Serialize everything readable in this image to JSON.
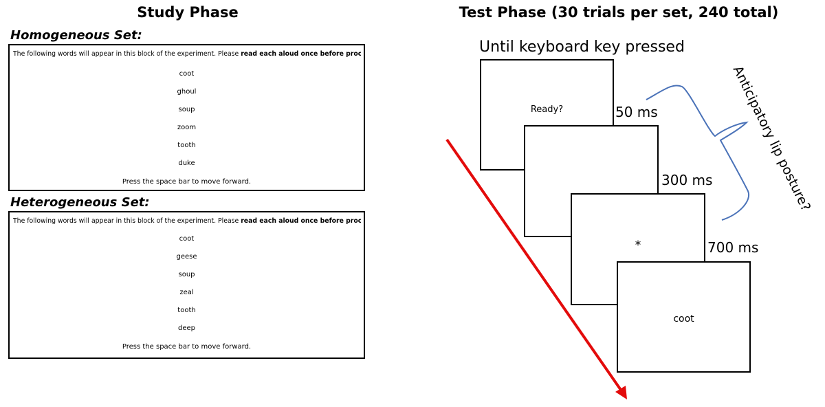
{
  "study_phase": {
    "title": "Study Phase",
    "homogeneous": {
      "label": "Homogeneous Set:",
      "intro_text": "The following words will appear in this block of the experiment. Please ",
      "intro_bold": "read each aloud once before proceeding.",
      "words": [
        "coot",
        "ghoul",
        "soup",
        "zoom",
        "tooth",
        "duke"
      ],
      "footer": "Press the space bar to move forward."
    },
    "heterogeneous": {
      "label": "Heterogeneous Set:",
      "intro_text": "The following words will appear in this block of the experiment. Please ",
      "intro_bold": "read each aloud once before proceeding.",
      "words": [
        "coot",
        "geese",
        "soup",
        "zeal",
        "tooth",
        "deep"
      ],
      "footer": "Press the space bar to move forward."
    }
  },
  "test_phase": {
    "title": "Test Phase (30 trials per set, 240 total)",
    "first_screen_duration": "Until keyboard key pressed",
    "screens": [
      {
        "content": "Ready?",
        "duration": "50 ms"
      },
      {
        "content": "",
        "duration": "300 ms"
      },
      {
        "content": "*",
        "duration": "700 ms"
      },
      {
        "content": "coot",
        "duration": ""
      }
    ],
    "annotation": "Anticipatory lip posture?"
  },
  "colors": {
    "brace": "#4a72b8",
    "arrow": "#e30b0b",
    "border": "#000000"
  }
}
